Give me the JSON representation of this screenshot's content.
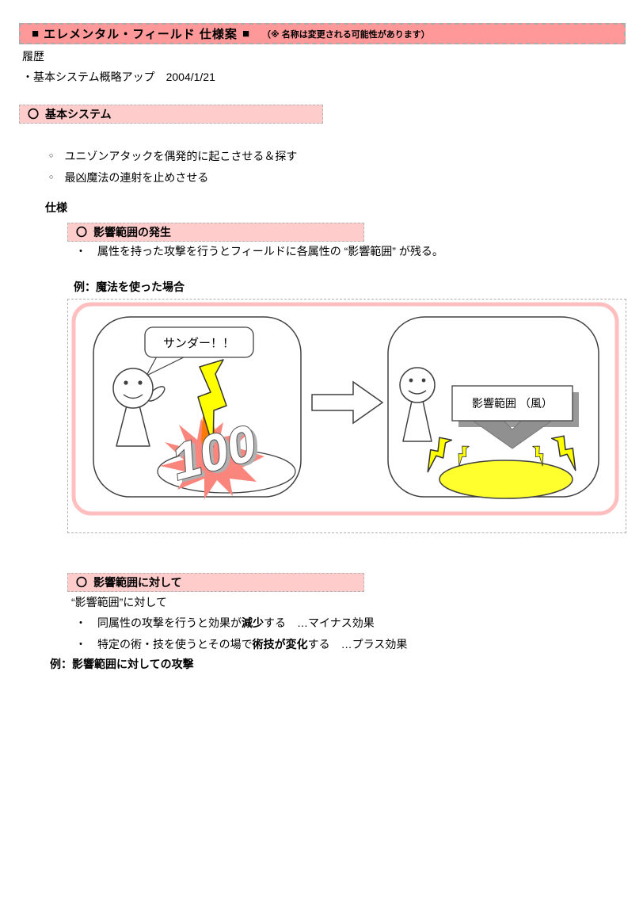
{
  "header": {
    "left_mark": "■",
    "title": "エレメンタル・フィールド 仕様案",
    "right_mark": "■",
    "note": "（※ 名称は変更される可能性があります）"
  },
  "history": {
    "heading": "履歴",
    "entry": "・基本システム概略アップ　2004/1/21"
  },
  "section_basic": {
    "marker": "〇",
    "title": "基本システム"
  },
  "goals": {
    "marker": "○",
    "items": [
      "ユニゾンアタックを偶発的に起こさせる＆探す",
      "最凶魔法の連射を止めさせる"
    ]
  },
  "spec": {
    "heading": "仕様",
    "bar_marker": "〇",
    "bar_title": "影響範囲の発生",
    "desc_marker": "・",
    "desc": "属性を持った攻撃を行うとフィールドに各属性の “影響範囲” が残る。",
    "example_heading": "例：魔法を使った場合"
  },
  "diagram": {
    "speech_bubble": "サンダー！！",
    "damage_number": "100",
    "field_label": "影響範囲 （風）",
    "colors": {
      "header_bg": "#FF9999",
      "section_bar_bg": "#FFCCCC",
      "pink_frame": "#FFBFBF",
      "bolt_yellow": "#FFFF00",
      "burst_salmon": "#F9857D",
      "flame_orange": "#FF7A00",
      "field_yellow": "#FFFF2E",
      "shadow_gray": "#999999"
    }
  },
  "interaction": {
    "bar_marker": "〇",
    "bar_title": "影響範囲に対して",
    "intro": "“影響範囲”に対して",
    "bullet_marker": "・",
    "items": [
      {
        "pre": "同属性の攻撃を行うと効果が",
        "bold": "減少",
        "post": "する　…マイナス効果"
      },
      {
        "pre": "特定の術・技を使うとその場で",
        "bold": "術技が変化",
        "post": "する　…プラス効果"
      }
    ],
    "example_heading": "例：影響範囲に対しての攻撃"
  }
}
